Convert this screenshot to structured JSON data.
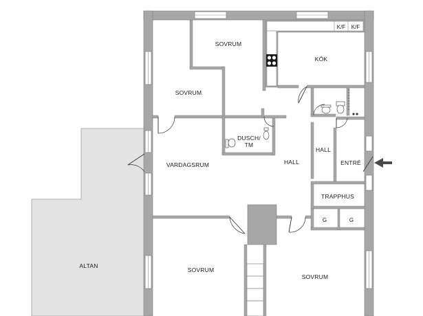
{
  "rooms": {
    "sovrum_top": "SOVRUM",
    "sovrum_left": "SOVRUM",
    "kok": "KÖK",
    "dusch_line1": "DUSCH/",
    "dusch_line2": "TM",
    "vardagsrum": "VARDAGSRUM",
    "hall_main": "HALL",
    "hall_small": "HALL",
    "entre": "ENTRÉ",
    "trapphus": "TRAPPHUS",
    "altan": "ALTAN",
    "sovrum_bottom_left": "SOVRUM",
    "sovrum_bottom_right": "SOVRUM"
  },
  "appliances": {
    "kf_1": "K/F",
    "kf_2": "K/F"
  },
  "storage": {
    "g_1": "G",
    "g_2": "G"
  },
  "icons": {
    "entrance": "entrance-arrow-icon",
    "stove": "stove-icon",
    "toilet": "toilet-icon",
    "sink": "sink-icon"
  },
  "colors": {
    "wall": "#a7a7a7",
    "altan": "#e3e3e3",
    "arrow": "#4a4a4a"
  }
}
